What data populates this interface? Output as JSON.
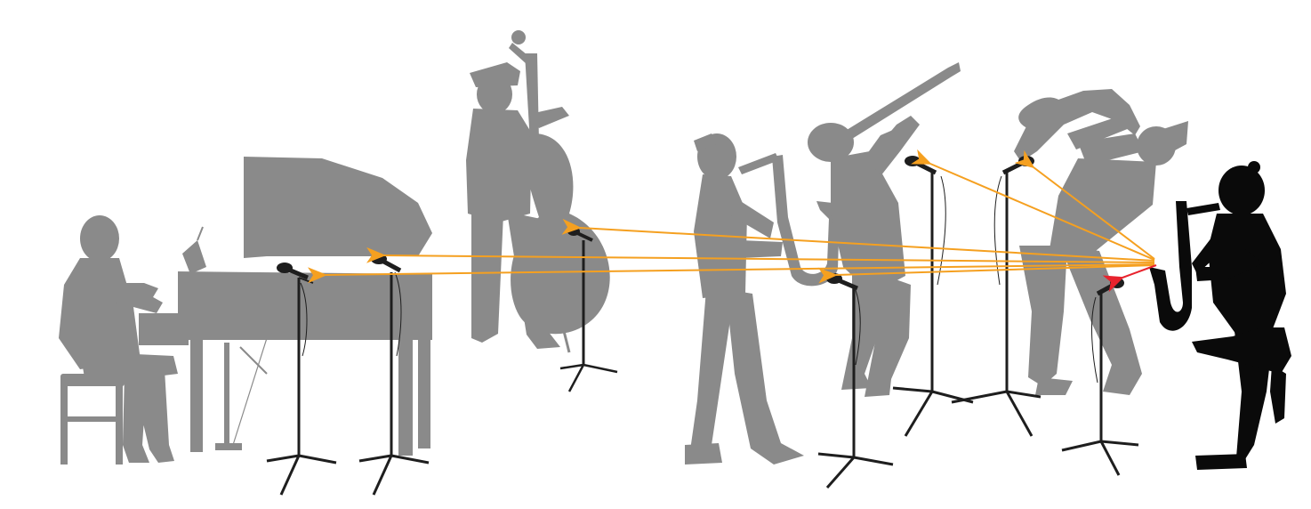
{
  "colors": {
    "background": "#ffffff",
    "silhouette_gray": "#8a8a8a",
    "silhouette_black": "#0a0a0a",
    "arrow_orange": "#f5a020",
    "arrow_red": "#e8232d",
    "stand_color": "#1e1e1e"
  },
  "figures": [
    {
      "id": "pianist",
      "instrument": "grand-piano",
      "style": "gray"
    },
    {
      "id": "bassist",
      "instrument": "double-bass",
      "style": "gray"
    },
    {
      "id": "alto-sax-player",
      "instrument": "alto-saxophone",
      "style": "gray"
    },
    {
      "id": "clarinet-player",
      "instrument": "clarinet",
      "style": "gray"
    },
    {
      "id": "bari-sax-player",
      "instrument": "baritone-saxophone",
      "style": "gray"
    },
    {
      "id": "tenor-sax-player",
      "instrument": "tenor-saxophone",
      "style": "black"
    }
  ],
  "microphones": [
    {
      "id": "mic-piano-1"
    },
    {
      "id": "mic-piano-2"
    },
    {
      "id": "mic-bass"
    },
    {
      "id": "mic-alto"
    },
    {
      "id": "mic-clarinet"
    },
    {
      "id": "mic-bari"
    },
    {
      "id": "mic-tenor"
    }
  ],
  "arrows": [
    {
      "from": "tenor-sax-player",
      "to": "mic-piano-1",
      "color": "orange"
    },
    {
      "from": "tenor-sax-player",
      "to": "mic-piano-2",
      "color": "orange"
    },
    {
      "from": "tenor-sax-player",
      "to": "mic-bass",
      "color": "orange"
    },
    {
      "from": "tenor-sax-player",
      "to": "mic-alto",
      "color": "orange"
    },
    {
      "from": "tenor-sax-player",
      "to": "mic-clarinet",
      "color": "orange"
    },
    {
      "from": "tenor-sax-player",
      "to": "mic-bari",
      "color": "orange"
    },
    {
      "from": "tenor-sax-player",
      "to": "mic-tenor",
      "color": "red"
    }
  ]
}
